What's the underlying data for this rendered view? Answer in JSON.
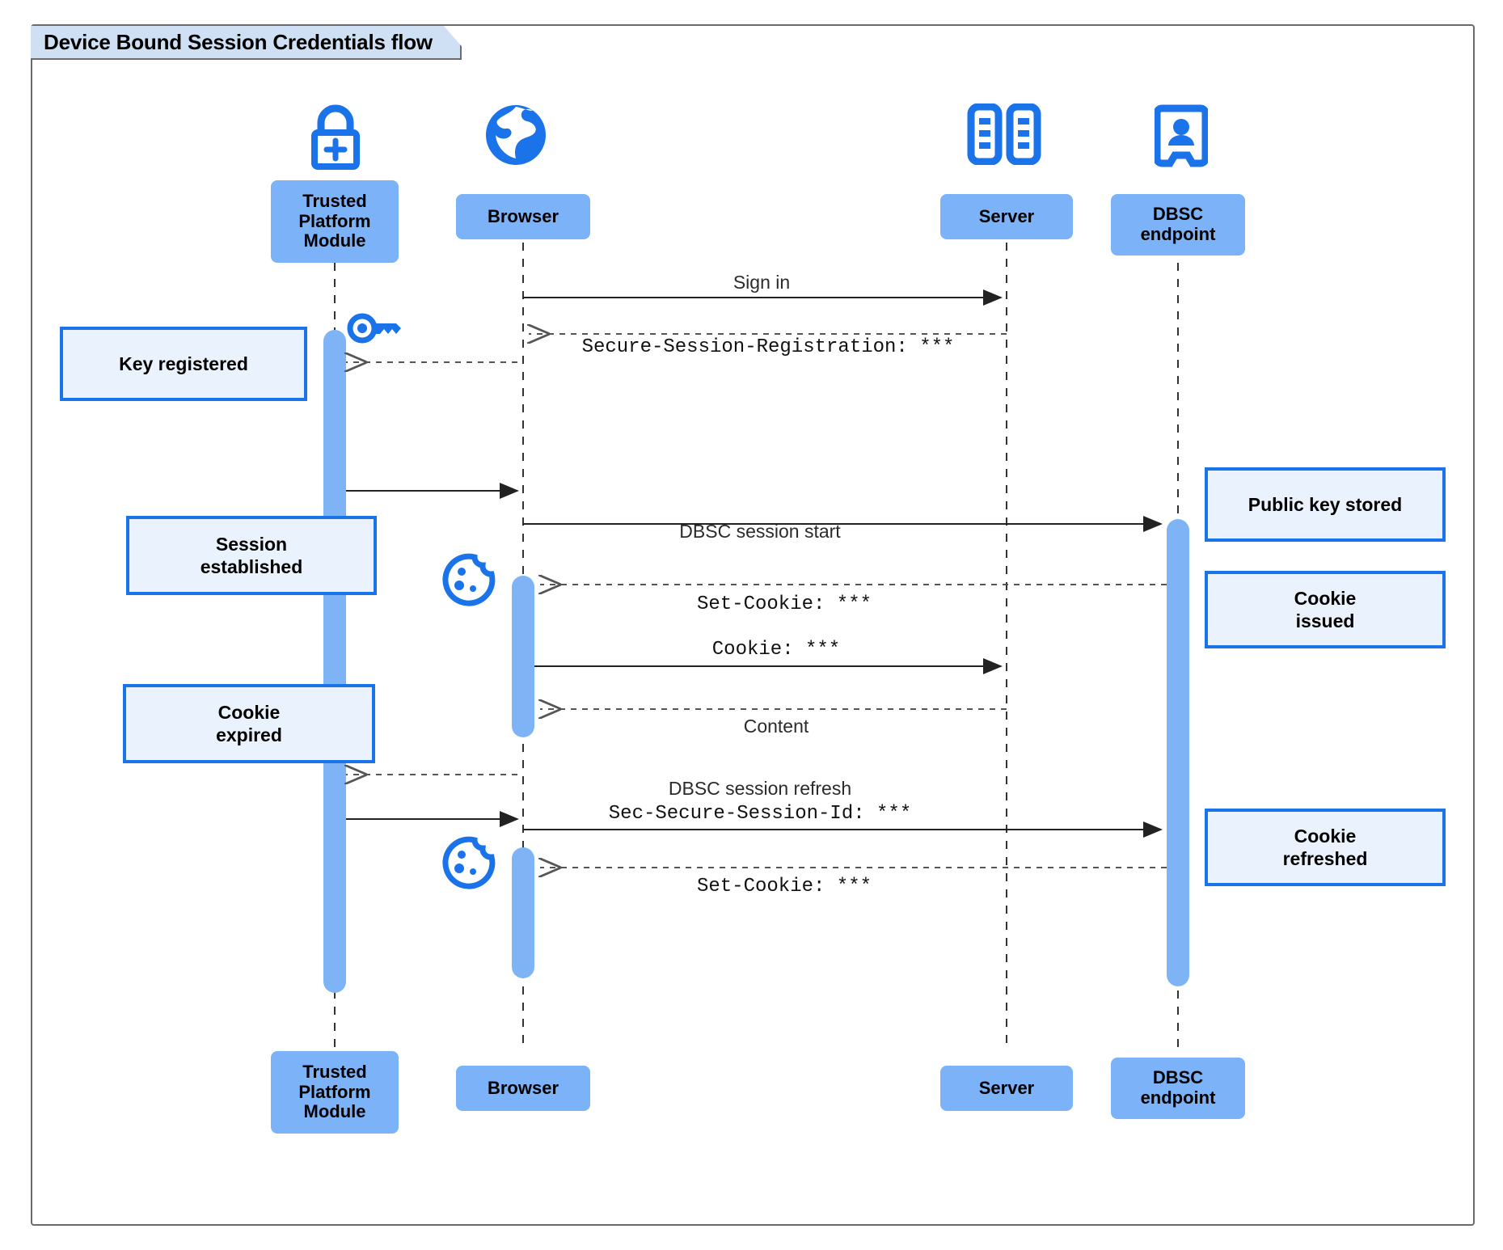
{
  "diagram": {
    "title": "Device Bound Session Credentials flow",
    "accent_blue": "#1a73e8",
    "participant_fill": "#7cb2f8",
    "note_fill": "#eaf2fd",
    "activation_fill": "#7eb3f5",
    "frame_border": "#6b6b6b",
    "title_tab_fill": "#cfe0f5"
  },
  "participants": [
    {
      "id": "tpm",
      "label": "Trusted\nPlatform\nModule",
      "icon": "lock-plus-icon"
    },
    {
      "id": "browser",
      "label": "Browser",
      "icon": "globe-icon"
    },
    {
      "id": "server",
      "label": "Server",
      "icon": "server-racks-icon"
    },
    {
      "id": "dbsc",
      "label": "DBSC\nendpoint",
      "icon": "id-badge-icon"
    }
  ],
  "footer_participants": [
    {
      "id": "tpm",
      "label": "Trusted\nPlatform\nModule"
    },
    {
      "id": "browser",
      "label": "Browser"
    },
    {
      "id": "server",
      "label": "Server"
    },
    {
      "id": "dbsc",
      "label": "DBSC\nendpoint"
    }
  ],
  "messages": [
    {
      "id": "m1",
      "label": "Sign in",
      "style": "sans",
      "from": "browser",
      "to": "server",
      "arrow": "solid"
    },
    {
      "id": "m2",
      "label": "Secure-Session-Registration: ***",
      "style": "mono",
      "from": "server",
      "to": "browser",
      "arrow": "dashed"
    },
    {
      "id": "m3",
      "label": "",
      "style": "sans",
      "from": "browser",
      "to": "tpm",
      "arrow": "dashed"
    },
    {
      "id": "m4",
      "label": "",
      "style": "sans",
      "from": "tpm",
      "to": "browser",
      "arrow": "solid"
    },
    {
      "id": "m5",
      "label": "DBSC session start",
      "style": "sans",
      "from": "browser",
      "to": "dbsc",
      "arrow": "solid"
    },
    {
      "id": "m6",
      "label": "Set-Cookie: ***",
      "style": "mono",
      "from": "dbsc",
      "to": "browser",
      "arrow": "dashed"
    },
    {
      "id": "m7",
      "label": "Cookie: ***",
      "style": "mono",
      "from": "browser",
      "to": "server",
      "arrow": "solid"
    },
    {
      "id": "m8",
      "label": "Content",
      "style": "sans",
      "from": "server",
      "to": "browser",
      "arrow": "dashed"
    },
    {
      "id": "m9",
      "label": "",
      "style": "sans",
      "from": "browser",
      "to": "tpm",
      "arrow": "dashed"
    },
    {
      "id": "m10",
      "label": "DBSC session refresh",
      "style": "sans",
      "from": "tpm",
      "to": "browser",
      "arrow": "solid"
    },
    {
      "id": "m11",
      "label": "Sec-Secure-Session-Id: ***",
      "style": "mono",
      "from": "browser",
      "to": "dbsc",
      "arrow": "solid"
    },
    {
      "id": "m12",
      "label": "Set-Cookie: ***",
      "style": "mono",
      "from": "dbsc",
      "to": "browser",
      "arrow": "dashed"
    }
  ],
  "notes": [
    {
      "id": "n1",
      "side": "left",
      "text": "Key registered",
      "attached_to": "tpm"
    },
    {
      "id": "n2",
      "side": "left",
      "text": "Session\nestablished",
      "attached_to": "tpm"
    },
    {
      "id": "n3",
      "side": "left",
      "text": "Cookie\nexpired",
      "attached_to": "tpm"
    },
    {
      "id": "n4",
      "side": "right",
      "text": "Public key stored",
      "attached_to": "dbsc"
    },
    {
      "id": "n5",
      "side": "right",
      "text": "Cookie\nissued",
      "attached_to": "dbsc"
    },
    {
      "id": "n6",
      "side": "right",
      "text": "Cookie\nrefreshed",
      "attached_to": "dbsc"
    }
  ],
  "inline_icons": [
    {
      "id": "key1",
      "name": "key-icon",
      "near": "tpm"
    },
    {
      "id": "cookie1",
      "name": "cookie-icon",
      "near": "browser"
    },
    {
      "id": "cookie2",
      "name": "cookie-icon",
      "near": "browser"
    }
  ]
}
